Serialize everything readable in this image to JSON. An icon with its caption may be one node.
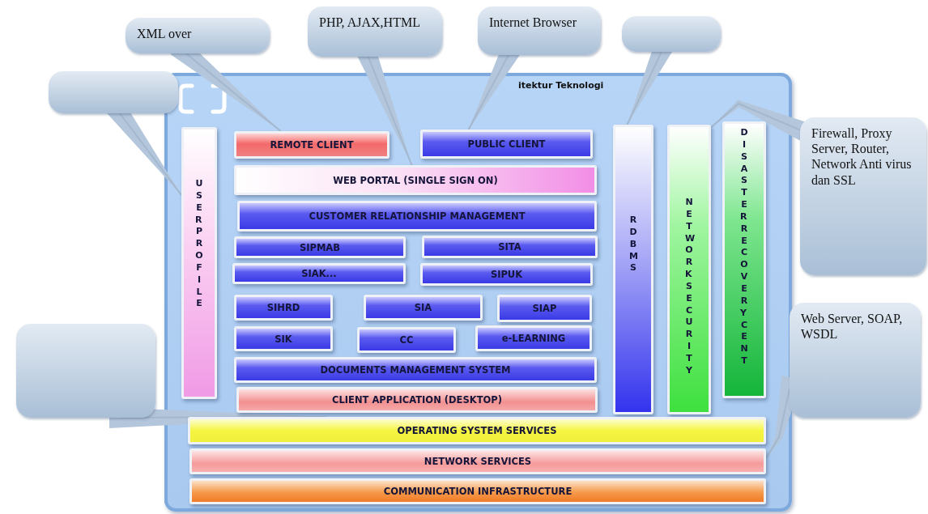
{
  "diagram": {
    "nodes": [
      {
        "text": [
          "itektur Teknologi"
        ]
      },
      {
        "text": [
          "USER PROFILE"
        ],
        "in": 0
      },
      {
        "text": [
          "REMOTE CLIENT"
        ],
        "in": 0
      },
      {
        "text": [
          "PUBLIC CLIENT"
        ],
        "in": 0
      },
      {
        "text": [
          "WEB PORTAL (SINGLE SIGN ON)"
        ],
        "in": 0
      },
      {
        "text": [
          "CUSTOMER RELATIONSHIP MANAGEMENT"
        ],
        "in": 0
      },
      {
        "text": [
          "SIPMAB"
        ],
        "in": 0
      },
      {
        "text": [
          "SITA"
        ],
        "in": 0
      },
      {
        "text": [
          "SIAK..."
        ],
        "in": 0
      },
      {
        "text": [
          "SIPUK"
        ],
        "in": 0
      },
      {
        "text": [
          "SIHRD"
        ],
        "in": 0
      },
      {
        "text": [
          "SIA"
        ],
        "in": 0
      },
      {
        "text": [
          "SIAP"
        ],
        "in": 0
      },
      {
        "text": [
          "SIK"
        ],
        "in": 0
      },
      {
        "text": [
          "CC"
        ],
        "in": 0
      },
      {
        "text": [
          "e-LEARNING"
        ],
        "in": 0
      },
      {
        "text": [
          "DOCUMENTS MANAGEMENT SYSTEM"
        ],
        "in": 0
      },
      {
        "text": [
          "CLIENT APPLICATION (DESKTOP)"
        ],
        "in": 0
      },
      {
        "text": [
          "RDBMS"
        ],
        "in": 0
      },
      {
        "text": [
          "NETWORK SECURITY"
        ],
        "in": 0
      },
      {
        "text": [
          "DISASTER RECOVERY CENT"
        ],
        "in": 0
      },
      {
        "text": [
          "OPERATING SYSTEM SERVICES"
        ],
        "in": 0
      },
      {
        "text": [
          "NETWORK SERVICES"
        ],
        "in": 0
      },
      {
        "text": [
          "COMMUNICATION INFRASTRUCTURE"
        ],
        "in": 0
      },
      {
        "text": [],
        "shape": "box"
      },
      {
        "text": [
          "XML over"
        ]
      },
      {
        "text": [
          "PHP, AJAX,HTML"
        ]
      },
      {
        "text": [
          "Internet Browser"
        ]
      },
      {
        "text": [],
        "shape": "box"
      },
      {
        "text": [
          "Firewall, Proxy Server, Router, Network Anti virus dan SSL"
        ]
      },
      {
        "text": [],
        "shape": "box"
      },
      {
        "text": [
          "Web Server, SOAP, WSDL"
        ]
      }
    ],
    "edges": [
      {
        "from": 24,
        "to": 1,
        "arrow": "none"
      },
      {
        "from": 25,
        "to": 2,
        "arrow": "none"
      },
      {
        "from": 26,
        "to": 4,
        "arrow": "none"
      },
      {
        "from": 27,
        "to": 3,
        "arrow": "none"
      },
      {
        "from": 28,
        "to": 18,
        "arrow": "none"
      },
      {
        "from": 29,
        "to": 19,
        "arrow": "none"
      },
      {
        "from": 30,
        "to": 21,
        "arrow": "none"
      },
      {
        "from": 31,
        "to": 22,
        "arrow": "none"
      }
    ]
  }
}
